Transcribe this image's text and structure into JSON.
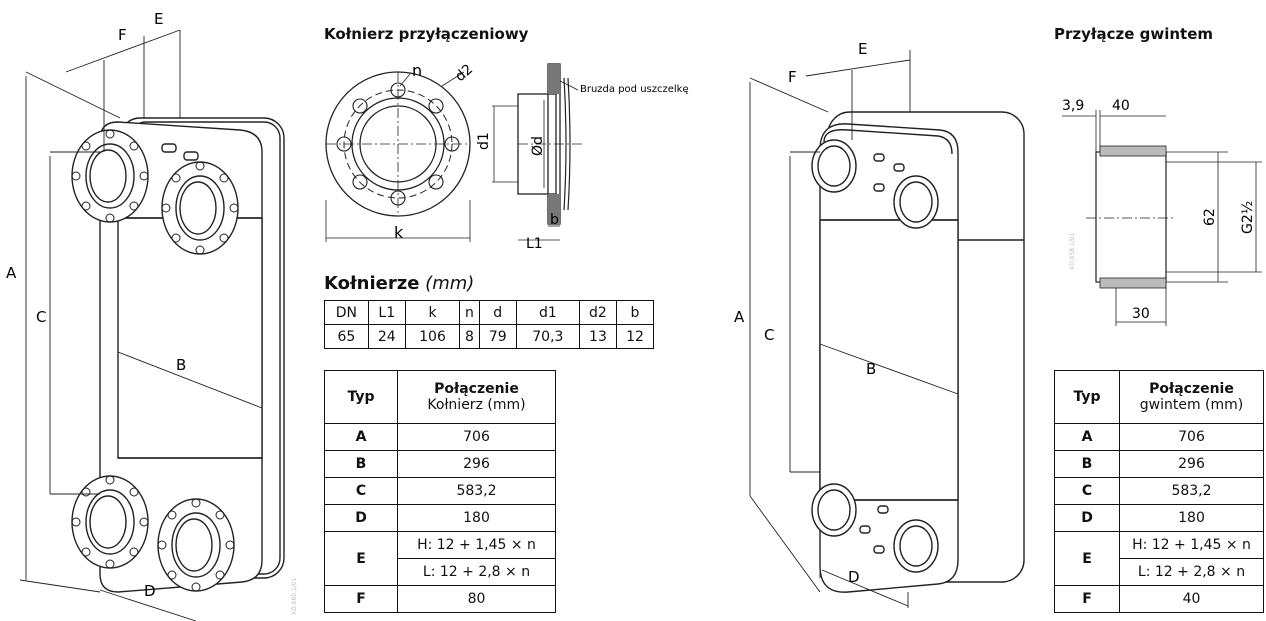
{
  "headings": {
    "flange_connection": "Kołnierz przyłączeniowy",
    "thread_connection": "Przyłącze gwintem",
    "flanges_table_title": "Kołnierze",
    "flanges_table_unit": "(mm)"
  },
  "flange_detail": {
    "label_n": "n",
    "label_d2": "d2",
    "label_groove": "Bruzda pod uszczelkę",
    "label_d1": "d1",
    "label_od": "Ød",
    "label_k": "k",
    "label_b": "b",
    "label_l1": "L1"
  },
  "flanges_table": {
    "headers": [
      "DN",
      "L1",
      "k",
      "n",
      "d",
      "d1",
      "d2",
      "b"
    ],
    "values": [
      "65",
      "24",
      "106",
      "8",
      "79",
      "70,3",
      "13",
      "12"
    ]
  },
  "type_table_left": {
    "col_type": "Typ",
    "col_conn_title": "Połączenie",
    "col_conn_sub": "Kołnierz (mm)",
    "rows": [
      {
        "k": "A",
        "v": "706"
      },
      {
        "k": "B",
        "v": "296"
      },
      {
        "k": "C",
        "v": "583,2"
      },
      {
        "k": "D",
        "v": "180"
      },
      {
        "k": "E",
        "v": "H: 12 + 1,45 × n"
      },
      {
        "k": "",
        "v": "L: 12 + 2,8 × n"
      },
      {
        "k": "F",
        "v": "80"
      }
    ]
  },
  "type_table_right": {
    "col_type": "Typ",
    "col_conn_title": "Połączenie",
    "col_conn_sub": "gwintem (mm)",
    "rows": [
      {
        "k": "A",
        "v": "706"
      },
      {
        "k": "B",
        "v": "296"
      },
      {
        "k": "C",
        "v": "583,2"
      },
      {
        "k": "D",
        "v": "180"
      },
      {
        "k": "E",
        "v": "H: 12 + 1,45 × n"
      },
      {
        "k": "",
        "v": "L: 12 + 2,8 × n"
      },
      {
        "k": "F",
        "v": "40"
      }
    ]
  },
  "left_drawing": {
    "A": "A",
    "B": "B",
    "C": "C",
    "D": "D",
    "E": "E",
    "F": "F",
    "code": "XD.060.1/01"
  },
  "right_drawing": {
    "A": "A",
    "B": "B",
    "C": "C",
    "D": "D",
    "E": "E",
    "F": "F"
  },
  "thread_detail": {
    "dim_39": "3,9",
    "dim_40": "40",
    "dim_62": "62",
    "dim_g": "G2½",
    "dim_30": "30",
    "code": "XD.058.1/01"
  }
}
